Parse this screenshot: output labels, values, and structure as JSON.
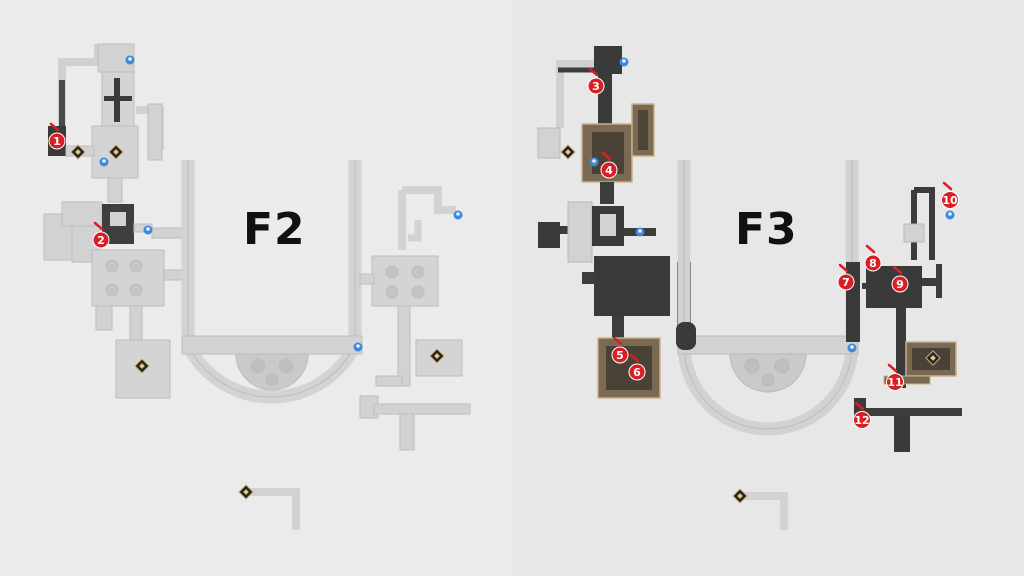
{
  "floors": [
    {
      "id": "f2",
      "label": "F2"
    },
    {
      "id": "f3",
      "label": "F3"
    }
  ],
  "marker_color": "#d81f26",
  "map_colors": {
    "explored": "#d2d2d2",
    "unexplored": "#3c3c3c",
    "highlight": "#7d6a4e",
    "waypoint": "#3d8ad8"
  },
  "markers": [
    {
      "num": "1",
      "floor": "F2"
    },
    {
      "num": "2",
      "floor": "F2"
    },
    {
      "num": "3",
      "floor": "F3"
    },
    {
      "num": "4",
      "floor": "F3"
    },
    {
      "num": "5",
      "floor": "F3"
    },
    {
      "num": "6",
      "floor": "F3"
    },
    {
      "num": "7",
      "floor": "F3"
    },
    {
      "num": "8",
      "floor": "F3"
    },
    {
      "num": "9",
      "floor": "F3"
    },
    {
      "num": "10",
      "floor": "F3"
    },
    {
      "num": "11",
      "floor": "F3"
    },
    {
      "num": "12",
      "floor": "F3"
    }
  ],
  "icons": [
    "waypoint-icon",
    "chest-icon"
  ]
}
